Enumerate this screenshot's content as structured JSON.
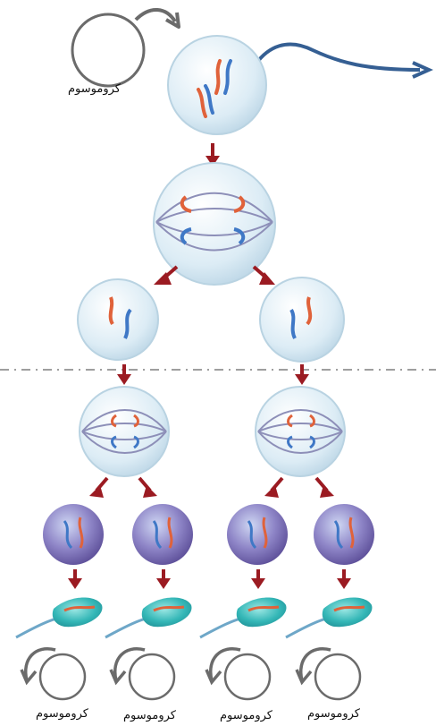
{
  "labels": {
    "top_chromosome": "کروموسوم",
    "bottom_chromosomes": [
      "کروموسوم",
      "کروموسوم",
      "کروموسوم",
      "کروموسوم"
    ]
  },
  "colors": {
    "cell_fill": "#e6f2f8",
    "cell_edge": "#b9d3e2",
    "chromosome_red": "#e0623a",
    "chromosome_blue": "#3f78c6",
    "arrow_red": "#9b1b22",
    "arrow_blue": "#355f93",
    "spindle": "#8d8fb8",
    "spermatid_fill": "#8b6fb5",
    "sperm_head": "#2fb3b6",
    "divider": "#9e9e9e",
    "circle_stroke": "#6b6b6b"
  },
  "icons": {
    "arrows": "down-arrow-icon",
    "cycle": "circular-arrow-icon"
  }
}
